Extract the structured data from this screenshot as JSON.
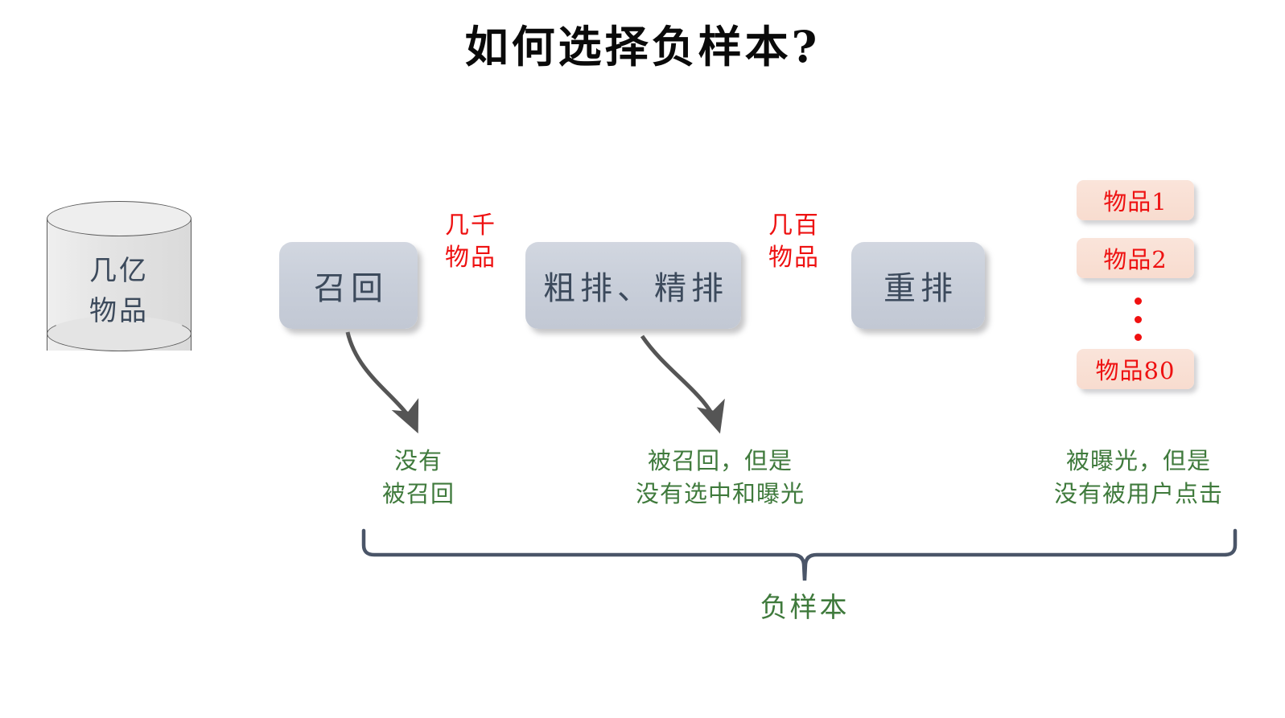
{
  "title": "如何选择负样本?",
  "source": {
    "name": "item-pool-cylinder",
    "line1": "几亿",
    "line2": "物品"
  },
  "stages": [
    {
      "id": "recall",
      "label": "召回"
    },
    {
      "id": "rank",
      "label": "粗排、精排"
    },
    {
      "id": "rerank",
      "label": "重排"
    }
  ],
  "flow_labels": [
    {
      "id": "thousands",
      "line1": "几千",
      "line2": "物品"
    },
    {
      "id": "hundreds",
      "line1": "几百",
      "line2": "物品"
    }
  ],
  "results": {
    "items": [
      {
        "label": "物品1"
      },
      {
        "label": "物品2"
      },
      {
        "label": "物品80"
      }
    ],
    "ellipsis": "⋮"
  },
  "annotations": [
    {
      "id": "not-recalled",
      "line1": "没有",
      "line2": "被召回"
    },
    {
      "id": "not-exposed",
      "line1": "被召回，但是",
      "line2": "没有选中和曝光"
    },
    {
      "id": "not-clicked",
      "line1": "被曝光，但是",
      "line2": "没有被用户点击"
    }
  ],
  "brace": {
    "label": "负样本"
  },
  "colors": {
    "title": "#0a0a0a",
    "stage_fill": "#c9cfda",
    "stage_text": "#3c4a5c",
    "cylinder_fill": "#e4e4e4",
    "cylinder_stroke": "#5a5a5a",
    "item_fill": "#f8dccf",
    "red": "#ee1111",
    "green": "#3f7a3c",
    "arrow": "#4a4a4a",
    "brace": "#4a5568",
    "background": "#ffffff"
  }
}
